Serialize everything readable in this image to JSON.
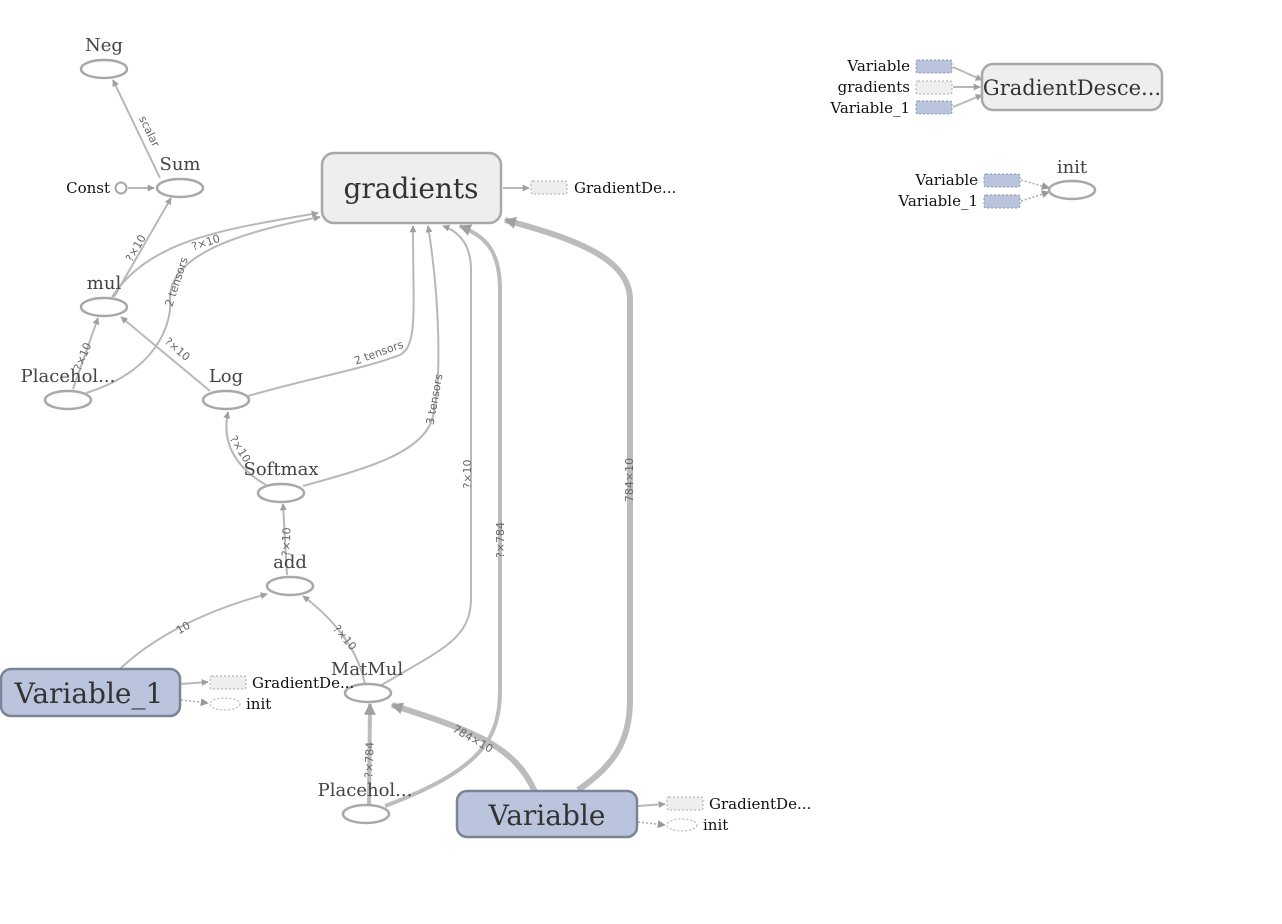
{
  "nodes": {
    "neg": "Neg",
    "sum": "Sum",
    "const": "Const",
    "mul": "mul",
    "placeholder_top": "Placehol...",
    "log": "Log",
    "softmax": "Softmax",
    "add": "add",
    "matmul": "MatMul",
    "placeholder_bottom": "Placehol...",
    "gradients": "gradients",
    "variable_1": "Variable_1",
    "variable": "Variable",
    "gradient_descent": "GradientDesce...",
    "init": "init"
  },
  "aux": {
    "gradients_out": "GradientDe...",
    "variable_1_gd": "GradientDe...",
    "variable_1_init": "init",
    "variable_gd": "GradientDe...",
    "variable_init": "init",
    "gd_in_variable": "Variable",
    "gd_in_gradients": "gradients",
    "gd_in_variable_1": "Variable_1",
    "init_in_variable": "Variable",
    "init_in_variable_1": "Variable_1"
  },
  "edge_labels": {
    "sum_neg": "scalar",
    "mul_sum": "?×10",
    "mul_gradients": "?×10",
    "ph_gradients": "2 tensors",
    "ph_mul": "?×10",
    "log_mul": "?×10",
    "log_gradients": "2 tensors",
    "softmax_log": "?×10",
    "softmax_gradients": "3 tensors",
    "matmul_gradients": "?×10",
    "ph2_gradients": "?×784",
    "variable_gradients": "784×10",
    "add_softmax": "?×10",
    "var1_add": "10",
    "matmul_add": "?×10",
    "ph2_matmul": "?×784",
    "variable_matmul": "784×10"
  },
  "colors": {
    "op_fill": "#ffffff",
    "op_stroke": "#a8a8a8",
    "meta_fill": "#eeeeee",
    "variable_fill": "#bbc4dd",
    "variable_stroke": "#7a8496",
    "edge": "#b8b8b8"
  }
}
